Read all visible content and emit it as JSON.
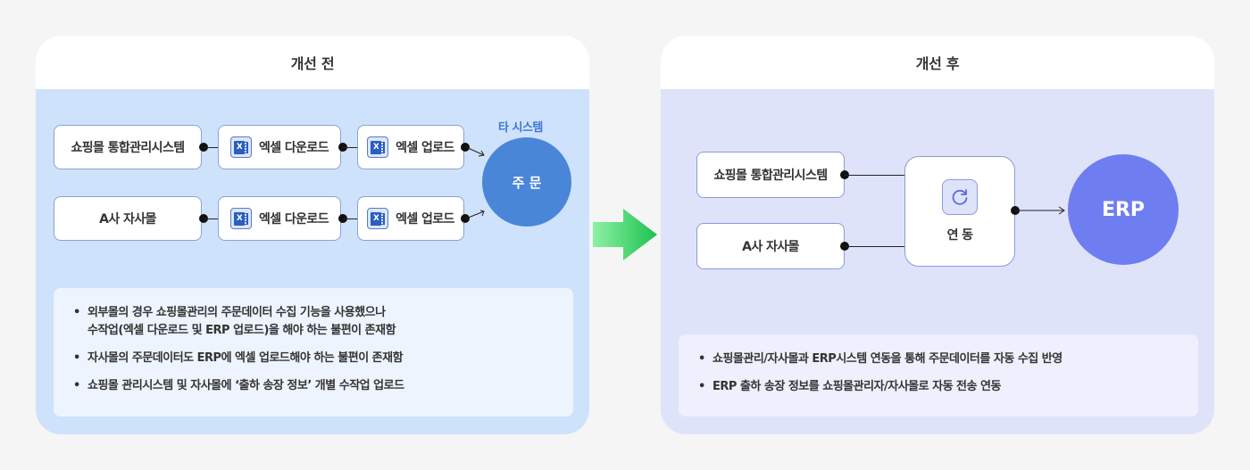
{
  "before": {
    "title": "개선 전",
    "row1": {
      "source": "쇼핑몰 통합관리시스템",
      "download": "엑셀 다운로드",
      "upload": "엑셀 업로드"
    },
    "row2": {
      "source": "A사 자사몰",
      "download": "엑셀 다운로드",
      "upload": "엑셀 업로드"
    },
    "other_system_label": "타 시스템",
    "target": "주 문",
    "notes": [
      "외부몰의 경우 쇼핑몰관리의 주문데이터 수집 기능을 사용했으나",
      "수작업(엑셀 다운로드 및 ERP 업로드)을 해야 하는 불편이 존재함",
      "자사몰의 주문데이터도 ERP에 엑셀 업로드해야 하는 불편이 존재함",
      "쇼핑몰 관리시스템 및 자사몰에 ‘출하 송장 정보’ 개별 수작업 업로드"
    ]
  },
  "after": {
    "title": "개선 후",
    "source1": "쇼핑몰 통합관리시스템",
    "source2": "A사 자사몰",
    "sync_label": "연 동",
    "target": "ERP",
    "notes": [
      "쇼핑몰관리/자사몰과 ERP시스템 연동을 통해 주문데이터를 자동 수집 반영",
      "ERP 출하 송장 정보를 쇼핑몰관리자/자사몰로 자동 전송 연동"
    ]
  },
  "icons": {
    "excel": "excel-icon",
    "sync": "refresh-icon",
    "transition": "right-arrow-icon"
  },
  "colors": {
    "before_bg": "#cfe2fb",
    "after_bg": "#dfe3fa",
    "order_circle": "#4a86d8",
    "erp_circle": "#6e7ef0",
    "arrow_green": "#2ecc5a"
  }
}
